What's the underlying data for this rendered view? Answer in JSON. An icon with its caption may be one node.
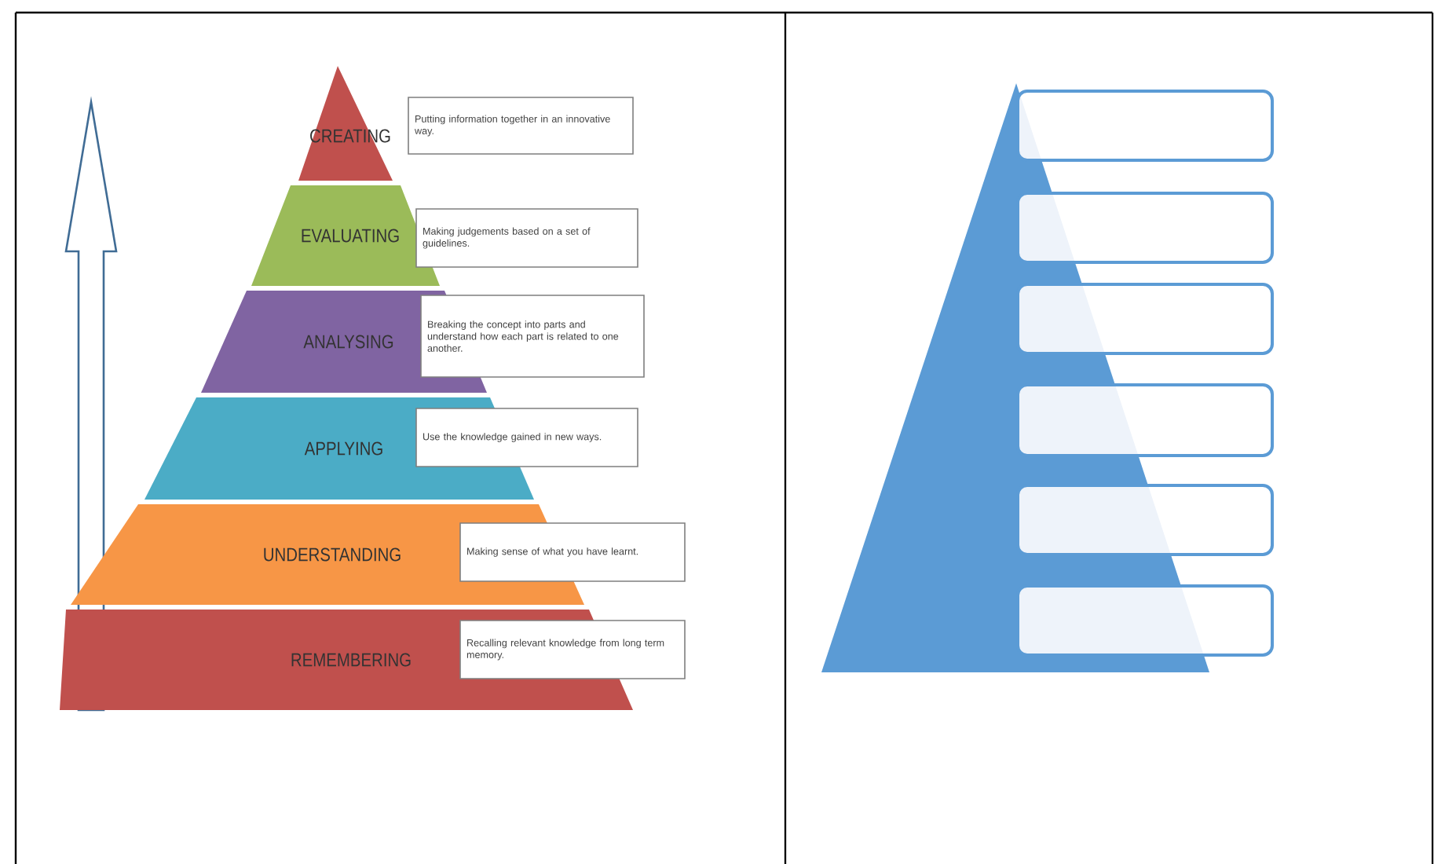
{
  "diagram": {
    "nodes": [
      {
        "text": [
          "CREATING"
        ]
      },
      {
        "text": [
          "Putting information together in an innovative way."
        ]
      },
      {
        "text": [
          "EVALUATING"
        ]
      },
      {
        "text": [
          "Making judgements based on a set of guidelines."
        ]
      },
      {
        "text": [
          "ANALYSING"
        ]
      },
      {
        "text": [
          "Breaking the concept into parts and understand how each part is related to one another."
        ]
      },
      {
        "text": [
          "APPLYING"
        ]
      },
      {
        "text": [
          "Use the knowledge gained in new ways."
        ]
      },
      {
        "text": [
          "UNDERSTANDING"
        ]
      },
      {
        "text": [
          "Making sense of what you have learnt."
        ]
      },
      {
        "text": [
          "REMEMBERING"
        ]
      },
      {
        "text": [
          "Recalling relevant knowledge from long term memory."
        ]
      },
      {
        "text": [],
        "shape": "triangle"
      },
      {
        "text": [],
        "shape": "box"
      },
      {
        "text": [],
        "shape": "box"
      },
      {
        "text": [],
        "shape": "box"
      },
      {
        "text": [],
        "shape": "box"
      },
      {
        "text": [],
        "shape": "box"
      },
      {
        "text": [],
        "shape": "box"
      }
    ],
    "edges": []
  }
}
